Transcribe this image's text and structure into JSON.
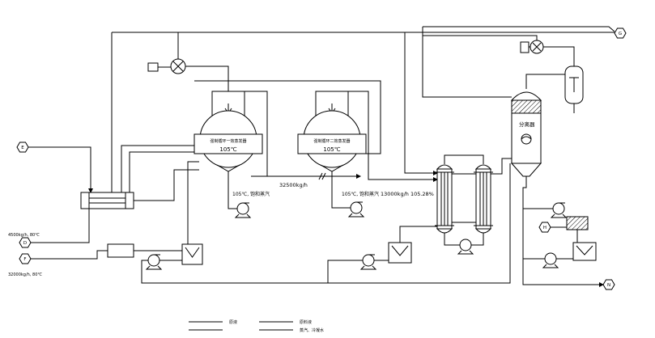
{
  "colors": {
    "line": "#000000",
    "background": "#ffffff"
  },
  "hexagons": {
    "e": "E",
    "d": "D",
    "f": "F",
    "g": "G",
    "h": "H",
    "n": "N"
  },
  "evaporator_1": {
    "name": "强制循环一效蒸发器",
    "temp": "105℃",
    "outlet": "105℃, 饱和蒸汽"
  },
  "evaporator_2": {
    "name": "强制循环二效蒸发器",
    "temp": "105℃",
    "outlet": "105℃, 饱和蒸汽"
  },
  "flows": {
    "between_evaporators": "32500kg/h",
    "to_heaters": "13000kg/h  105.28%",
    "feed_d": "4500kg/h, 80℃",
    "feed_f": "32000kg/h, 80℃"
  },
  "separator": {
    "label": "分离器"
  },
  "legend": [
    {
      "label": "原液"
    },
    {
      "label": "原料液"
    },
    {
      "label": "蒸汽、冷凝水"
    }
  ]
}
